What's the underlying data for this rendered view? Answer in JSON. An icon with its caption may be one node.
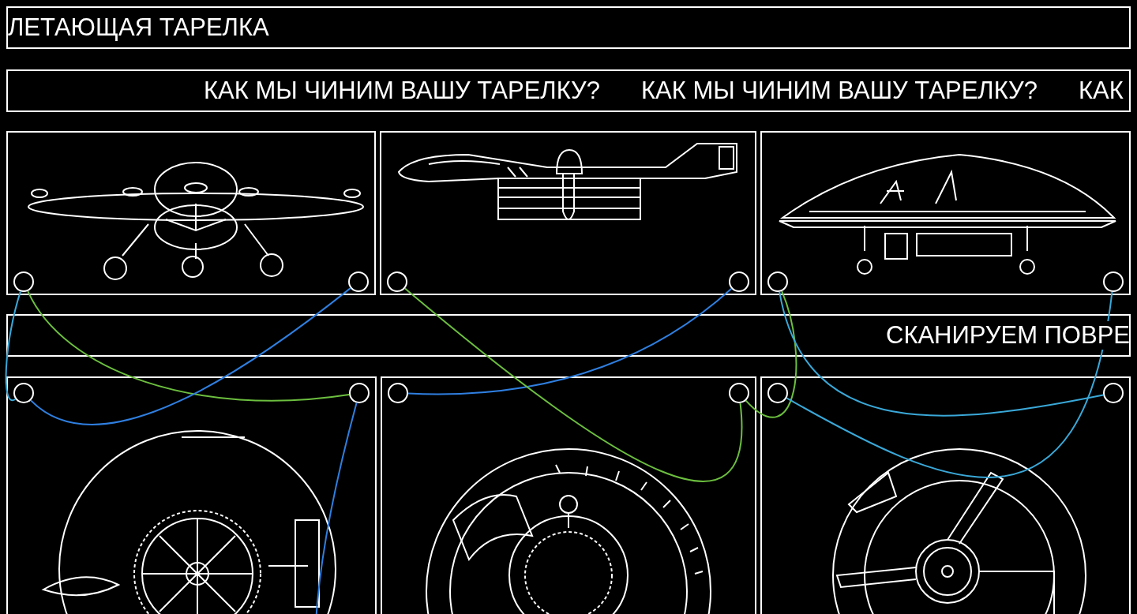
{
  "diagram": {
    "title": "ЛЕТАЮЩАЯ ТАРЕЛКА",
    "nodes": [
      {
        "text": [],
        "shape": "picture"
      },
      {
        "text": [],
        "shape": "circle",
        "in": 0
      },
      {
        "text": [],
        "shape": "circle",
        "in": 0
      },
      {
        "text": [],
        "shape": "picture"
      },
      {
        "text": [],
        "shape": "circle",
        "in": 3
      },
      {
        "text": [],
        "shape": "circle",
        "in": 3
      },
      {
        "text": [],
        "shape": "picture"
      },
      {
        "text": [],
        "shape": "circle",
        "in": 6
      },
      {
        "text": [],
        "shape": "circle",
        "in": 6
      },
      {
        "text": [],
        "shape": "picture"
      },
      {
        "text": [],
        "shape": "circle",
        "in": 9
      },
      {
        "text": [],
        "shape": "circle",
        "in": 9
      },
      {
        "text": [],
        "shape": "picture"
      },
      {
        "text": [],
        "shape": "circle",
        "in": 12
      },
      {
        "text": [],
        "shape": "circle",
        "in": 12
      },
      {
        "text": [],
        "shape": "picture"
      },
      {
        "text": [],
        "shape": "circle",
        "in": 15
      },
      {
        "text": [],
        "shape": "circle",
        "in": 15
      }
    ],
    "edges": [
      {
        "from": 1,
        "to": 11,
        "arrow": "none",
        "color": "#6cbf3f"
      },
      {
        "from": 1,
        "to": 10,
        "arrow": "none",
        "color": "#3aa8d8"
      },
      {
        "from": 2,
        "to": 10,
        "arrow": "none",
        "color": "#2f7fe0"
      },
      {
        "from": 11,
        "to": null,
        "arrow": "none",
        "color": "#2f7fe0"
      },
      {
        "from": 5,
        "to": 13,
        "arrow": "none",
        "color": "#2f7fe0"
      },
      {
        "from": 4,
        "to": 14,
        "arrow": "none",
        "color": "#6cbf3f"
      },
      {
        "from": 7,
        "to": 14,
        "arrow": "none",
        "color": "#6cbf3f"
      },
      {
        "from": 7,
        "to": 17,
        "arrow": "none",
        "color": "#3aa8d8"
      },
      {
        "from": 8,
        "to": 16,
        "arrow": "none",
        "color": "#3aa8d8"
      }
    ],
    "labels": [
      "КАК МЫ ЧИНИМ ВАШУ ТАРЕЛКУ?",
      "КАК МЫ ЧИНИМ ВАШУ ТАРЕЛКУ?",
      "КАК",
      "СКАНИРУЕМ ПОВРЕ"
    ]
  }
}
